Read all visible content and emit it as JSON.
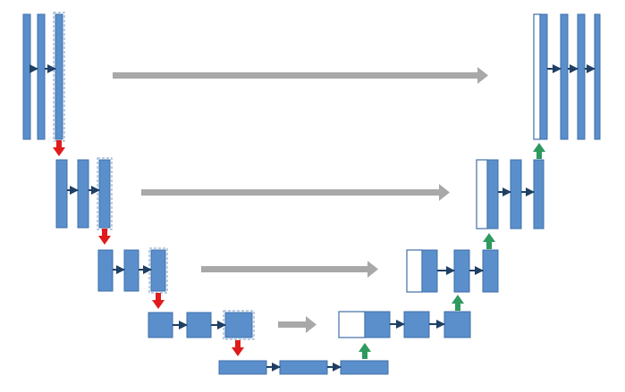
{
  "colors": {
    "block_fill": "#5a8fcc",
    "block_stroke": "#3f6fa8",
    "copied_fill": "#ffffff",
    "dashed_outline": "#7a9cc6",
    "arrow_conv": "#1f3f64",
    "arrow_pool": "#e01b1b",
    "arrow_up": "#2e9a5e",
    "arrow_skip": "#a8a8a8",
    "background": "#ffffff"
  },
  "diagram": {
    "type": "u-net-architecture",
    "encoder_levels": 4,
    "bottleneck_blocks": 3,
    "decoder_levels": 4,
    "skip_connections": 4,
    "pool_arrows": 4,
    "upsample_arrows": 4,
    "labels": []
  }
}
